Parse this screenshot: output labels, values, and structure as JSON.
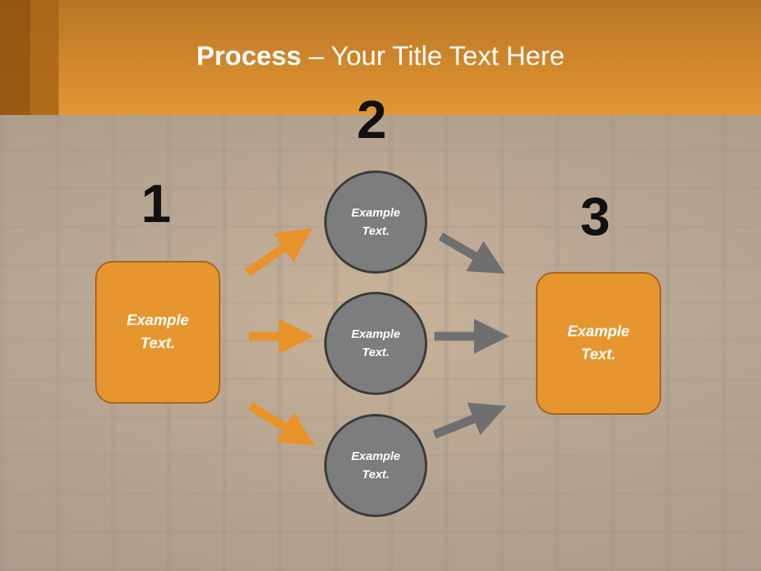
{
  "slide": {
    "title_bold": "Process",
    "title_rest": " – Your Title Text Here",
    "colors": {
      "accent": "#e39635",
      "header_dark": "#b87524",
      "circle": "#7d7d7d",
      "arrow_orange": "#e8922a",
      "arrow_gray": "#6f6f6f"
    }
  },
  "steps": {
    "n1": "1",
    "n2": "2",
    "n3": "3",
    "left_box": {
      "line1": "Example",
      "line2": "Text."
    },
    "right_box": {
      "line1": "Example",
      "line2": "Text."
    },
    "circles": [
      {
        "line1": "Example",
        "line2": "Text."
      },
      {
        "line1": "Example",
        "line2": "Text."
      },
      {
        "line1": "Example",
        "line2": "Text."
      }
    ]
  }
}
